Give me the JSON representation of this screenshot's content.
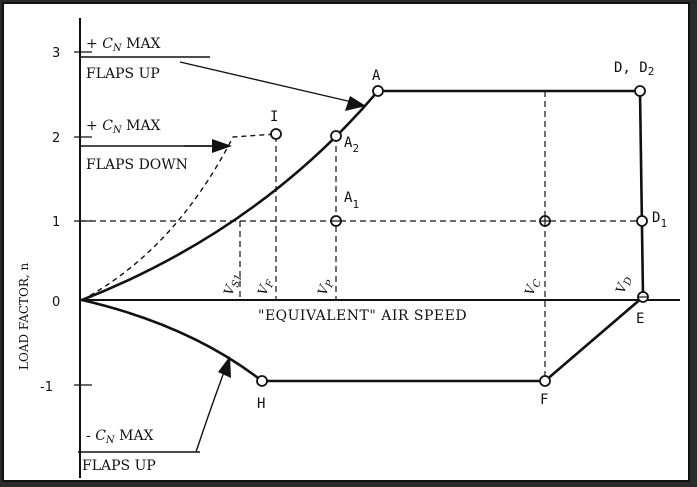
{
  "axes": {
    "y_label": "LOAD FACTOR, n",
    "x_label": "\"EQUIVALENT\" AIR SPEED",
    "y_ticks": [
      "3",
      "2",
      "1",
      "0",
      "-1"
    ]
  },
  "annotations": {
    "cn_max_flaps_up_top": {
      "line1_prefix": "+ ",
      "line1_cn": "C",
      "line1_sub": "N",
      "line1_suffix": " MAX",
      "line2": "FLAPS UP"
    },
    "cn_max_flaps_down": {
      "line1_prefix": "+ ",
      "line1_cn": "C",
      "line1_sub": "N",
      "line1_suffix": " MAX",
      "line2": "FLAPS DOWN"
    },
    "cn_max_flaps_up_bottom": {
      "line1_prefix": "- ",
      "line1_cn": "C",
      "line1_sub": "N",
      "line1_suffix": " MAX",
      "line2": "FLAPS UP"
    }
  },
  "points": {
    "A": "A",
    "A2": "A",
    "A2_sub": "2",
    "A1": "A",
    "A1_sub": "1",
    "I": "I",
    "D_D2": "D, D",
    "D_D2_sub": "2",
    "D1": "D",
    "D1_sub": "1",
    "E": "E",
    "F": "F",
    "H": "H"
  },
  "speeds": {
    "vs1": "V",
    "vs1_sub": "S1",
    "vf": "V",
    "vf_sub": "F",
    "vp": "V",
    "vp_sub": "P",
    "vc": "V",
    "vc_sub": "C",
    "vd": "V",
    "vd_sub": "D"
  }
}
